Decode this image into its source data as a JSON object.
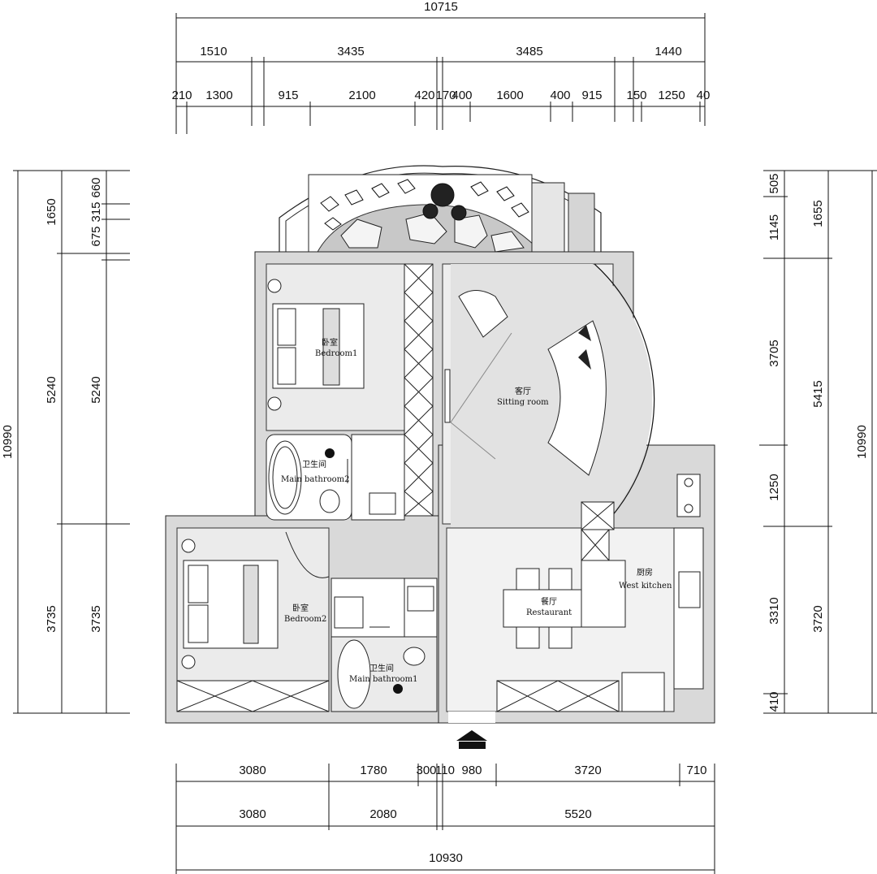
{
  "top_dimensions": {
    "total": "10715",
    "row1": [
      "1510",
      "3435",
      "3485",
      "1440"
    ],
    "row2": [
      "210",
      "1300",
      "915",
      "2100",
      "420",
      "170",
      "400",
      "1600",
      "400",
      "915",
      "150",
      "1250",
      "40"
    ]
  },
  "bottom_dimensions": {
    "row1": [
      "3080",
      "1780",
      "300",
      "110",
      "980",
      "3720",
      "710"
    ],
    "row2": [
      "3080",
      "2080",
      "5520"
    ],
    "total": "10930"
  },
  "left_dimensions": {
    "total": "10990",
    "outer": [
      "1650",
      "5240",
      "3735"
    ],
    "inner": [
      "660",
      "315",
      "675",
      "5240",
      "3735"
    ]
  },
  "right_dimensions": {
    "total": "10990",
    "outer": [
      "1655",
      "5415",
      "3720"
    ],
    "inner": [
      "505",
      "1145",
      "3705",
      "1250",
      "3310",
      "410"
    ]
  },
  "rooms": {
    "bedroom1": {
      "cn": "卧室",
      "en": "Bedroom1"
    },
    "bedroom2": {
      "cn": "卧室",
      "en": "Bedroom2"
    },
    "bath2": {
      "cn": "卫生间",
      "en": "Main bathroom2"
    },
    "bath1": {
      "cn": "卫生间",
      "en": "Main bathroom1"
    },
    "sitting": {
      "cn": "客厅",
      "en": "Sitting room"
    },
    "restaurant": {
      "cn": "餐厅",
      "en": "Restaurant"
    },
    "kitchen": {
      "cn": "厨房",
      "en": "West kitchen"
    }
  },
  "icons": {
    "entrance": "entrance-arrow-icon",
    "garden": "garden-planting-icon"
  }
}
